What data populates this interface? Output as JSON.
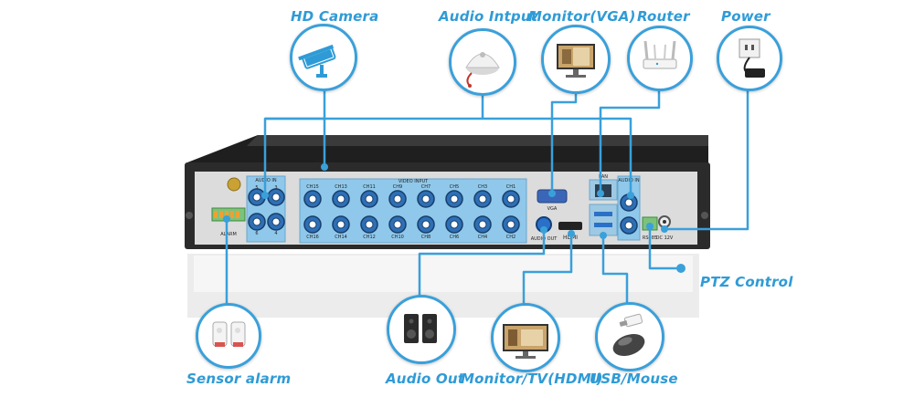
{
  "labels": {
    "hd_camera": "HD Camera",
    "audio_input": "Audio Intput",
    "monitor_vga": "Monitor(VGA)",
    "router": "Router",
    "power": "Power",
    "ptz_control": "PTZ Control",
    "sensor_alarm": "Sensor alarm",
    "audio_out": "Audio Out",
    "monitor_hdmi": "Monitor/TV(HDMI)",
    "usb_mouse": "USB/Mouse"
  },
  "panel_text": {
    "video_input": "VIDEO INPUT",
    "audio_in_left": "AUDIO IN",
    "audio_in_right": "AUDIO IN",
    "alarm": "ALARM",
    "vga": "VGA",
    "lan": "LAN",
    "audio_out": "AUDIO OUT",
    "hdmi": "HDMI",
    "dc": "DC 12V",
    "rs485": "RS485",
    "channels_top": [
      "CH15",
      "CH13",
      "CH11",
      "CH9",
      "CH7",
      "CH5",
      "CH3",
      "CH1"
    ],
    "channels_bottom": [
      "CH16",
      "CH14",
      "CH12",
      "CH10",
      "CH8",
      "CH6",
      "CH4",
      "CH2"
    ],
    "audio_nums": [
      "5",
      "3",
      "6",
      "4"
    ]
  },
  "colors": {
    "accent": "#2f9bd6",
    "line": "#3aa0da",
    "chassis": "#2b2b2b",
    "panel": "#dcdcdc",
    "port_blue": "#8fc8ea"
  },
  "icons": [
    "camera-icon",
    "microphone-icon",
    "vga-monitor-icon",
    "router-icon",
    "power-adapter-icon",
    "sensor-icon",
    "speaker-icon",
    "hdmi-monitor-icon",
    "usb-mouse-icon"
  ]
}
